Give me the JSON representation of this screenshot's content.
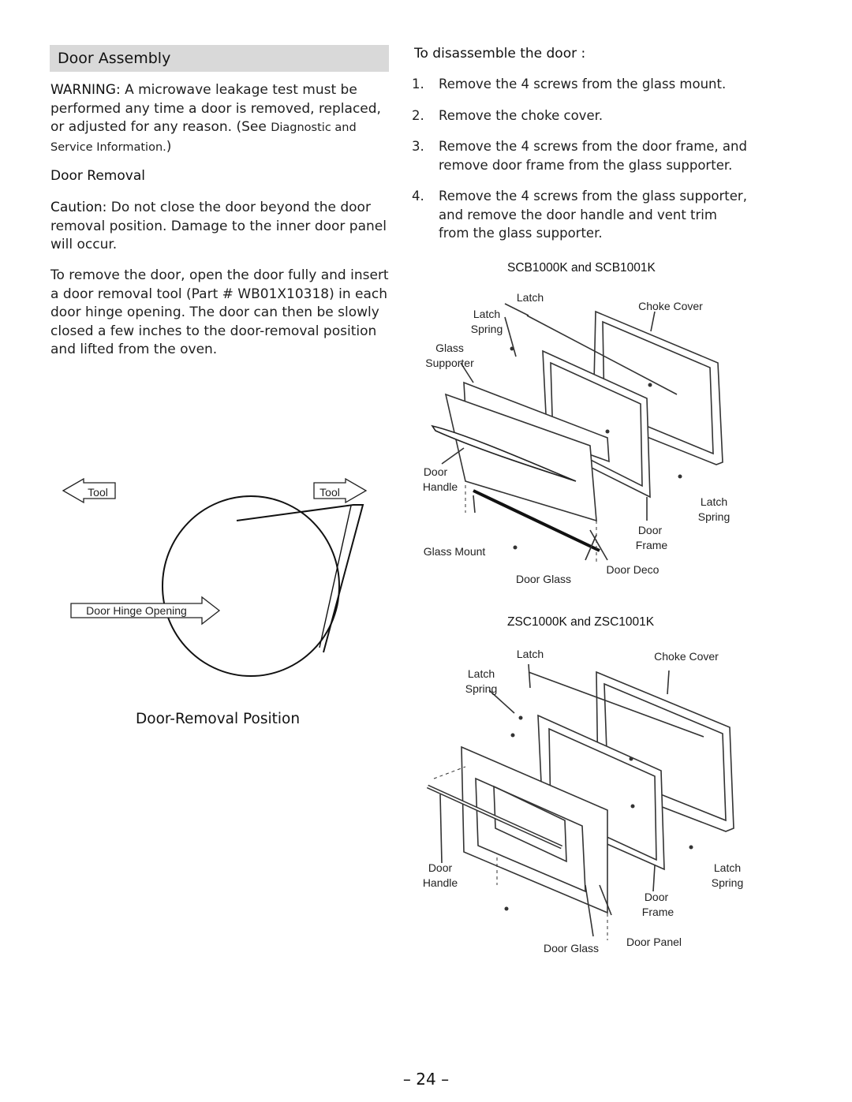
{
  "section_title": "Door Assembly",
  "warning": {
    "lead": "WARNING:",
    "text": " A microwave leakage test must be performed any time a door is removed, replaced, or adjusted for any reason. (See ",
    "small": "Diagnostic and Service Information.",
    "end": ")"
  },
  "door_removal": {
    "heading": "Door Removal",
    "caution_lead": "Caution:",
    "caution_text": " Do not close the door beyond the door removal position. Damage to the inner door panel will occur.",
    "instructions": "To remove the door, open the door fully and insert a door removal tool (Part # WB01X10318) in each door hinge opening. The door can then be slowly closed a few inches to the door-removal position and lifted from the oven."
  },
  "removal_figure": {
    "tool_left": "Tool",
    "tool_right": "Tool",
    "hinge_label": "Door Hinge Opening",
    "caption": "Door-Removal Position"
  },
  "disassemble": {
    "heading": "To disassemble the door :",
    "steps": [
      {
        "num": "1.",
        "text": "Remove the 4 screws from the glass mount."
      },
      {
        "num": "2.",
        "text": "Remove the choke cover."
      },
      {
        "num": "3.",
        "text": "Remove the 4 screws from the door frame, and remove door frame from the glass supporter."
      },
      {
        "num": "4.",
        "text": "Remove the 4 screws from the glass supporter, and remove the door handle and vent trim from the glass supporter."
      }
    ]
  },
  "diagram1": {
    "title": "SCB1000K and SCB1001K",
    "latch": "Latch",
    "latch_spring": "Latch Spring",
    "choke_cover": "Choke Cover",
    "glass_supporter": "Glass Supporter",
    "door_handle": "Door Handle",
    "latch_spring_right": "Latch Spring",
    "door_frame": "Door Frame",
    "glass_mount": "Glass Mount",
    "door_deco": "Door Deco",
    "door_glass": "Door Glass"
  },
  "diagram2": {
    "title": "ZSC1000K and ZSC1001K",
    "latch": "Latch",
    "choke_cover": "Choke Cover",
    "latch_spring": "Latch Spring",
    "door_handle": "Door Handle",
    "latch_spring_right": "Latch Spring",
    "door_frame": "Door Frame",
    "door_panel": "Door Panel",
    "door_glass": "Door Glass"
  },
  "page_number": "– 24 –"
}
